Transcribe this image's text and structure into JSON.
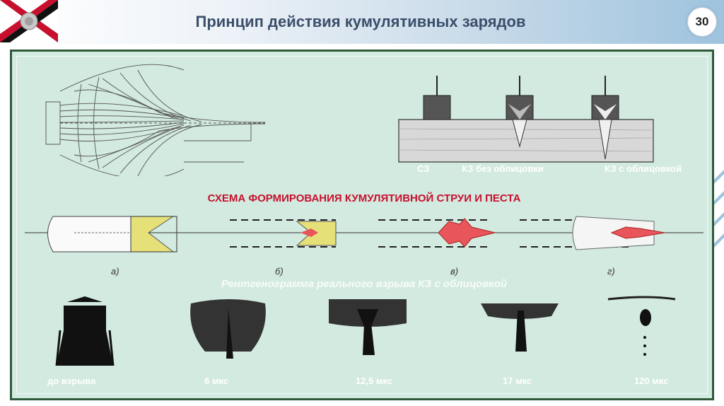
{
  "header": {
    "title": "Принцип действия кумулятивных зарядов",
    "page_number": "30"
  },
  "top_right_labels": [
    "СЗ",
    "КЗ без облицовки",
    "КЗ с облицовкой"
  ],
  "formation": {
    "heading": "СХЕМА ФОРМИРОВАНИЯ КУМУЛЯТИВНОЙ СТРУИ И ПЕСТА",
    "stage_labels": [
      "а)",
      "б)",
      "в)",
      "г)"
    ]
  },
  "xray": {
    "caption": "Рентгенограмма реального взрыва КЗ с облицовкой",
    "time_labels": [
      "до взрыва",
      "6 мкс",
      "12,5 мкс",
      "17 мкс",
      "120 мкс"
    ]
  },
  "colors": {
    "accent_red": "#c8102e",
    "title_blue": "#3b4e6b",
    "panel_bg": "#d2eadf",
    "panel_border": "#2e5a3a",
    "liner_yellow": "#e6e079",
    "jet_red": "#e8555a"
  }
}
